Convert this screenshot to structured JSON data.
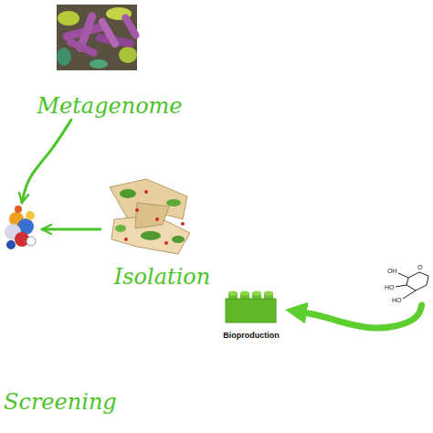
{
  "diagram": {
    "nodes": [
      {
        "text": [
          "Metagenome"
        ]
      },
      {
        "text": [
          "Screening"
        ]
      },
      {
        "text": [
          "Isolation"
        ]
      },
      {
        "text": [
          "Bioproduction"
        ]
      },
      {
        "text": [
          "OH",
          "O",
          "HO",
          "HO"
        ]
      }
    ],
    "edges": [
      {
        "from": 0,
        "to": 1,
        "arrow": "to"
      },
      {
        "from": 2,
        "to": 1,
        "arrow": "to"
      },
      {
        "from": 4,
        "to": 3,
        "arrow": "to"
      }
    ]
  }
}
